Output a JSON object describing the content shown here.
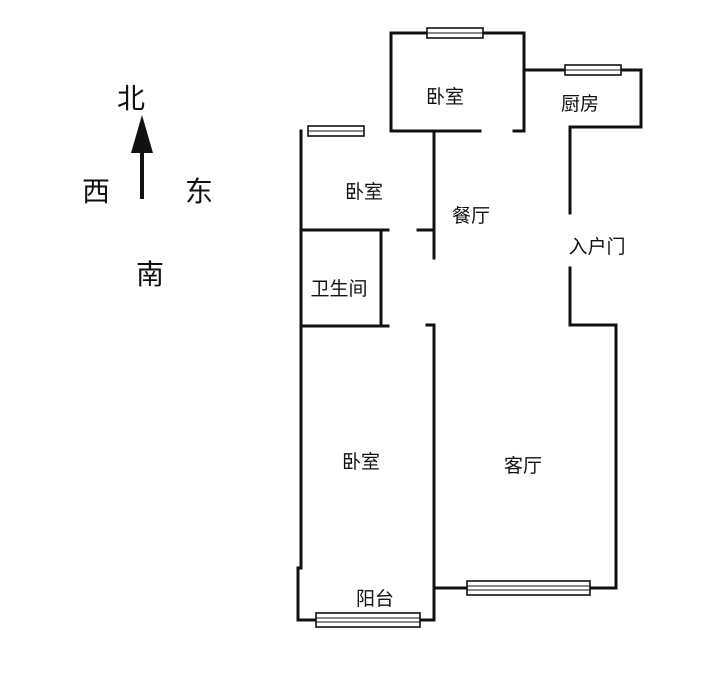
{
  "compass": {
    "north": "北",
    "south": "南",
    "east": "东",
    "west": "西"
  },
  "rooms": {
    "bedroom_north": "卧室",
    "kitchen": "厨房",
    "bedroom_middle": "卧室",
    "dining": "餐厅",
    "entrance": "入户门",
    "bathroom": "卫生间",
    "bedroom_south": "卧室",
    "living": "客厅",
    "balcony": "阳台"
  },
  "colors": {
    "wall": "#111111",
    "background": "#ffffff"
  }
}
